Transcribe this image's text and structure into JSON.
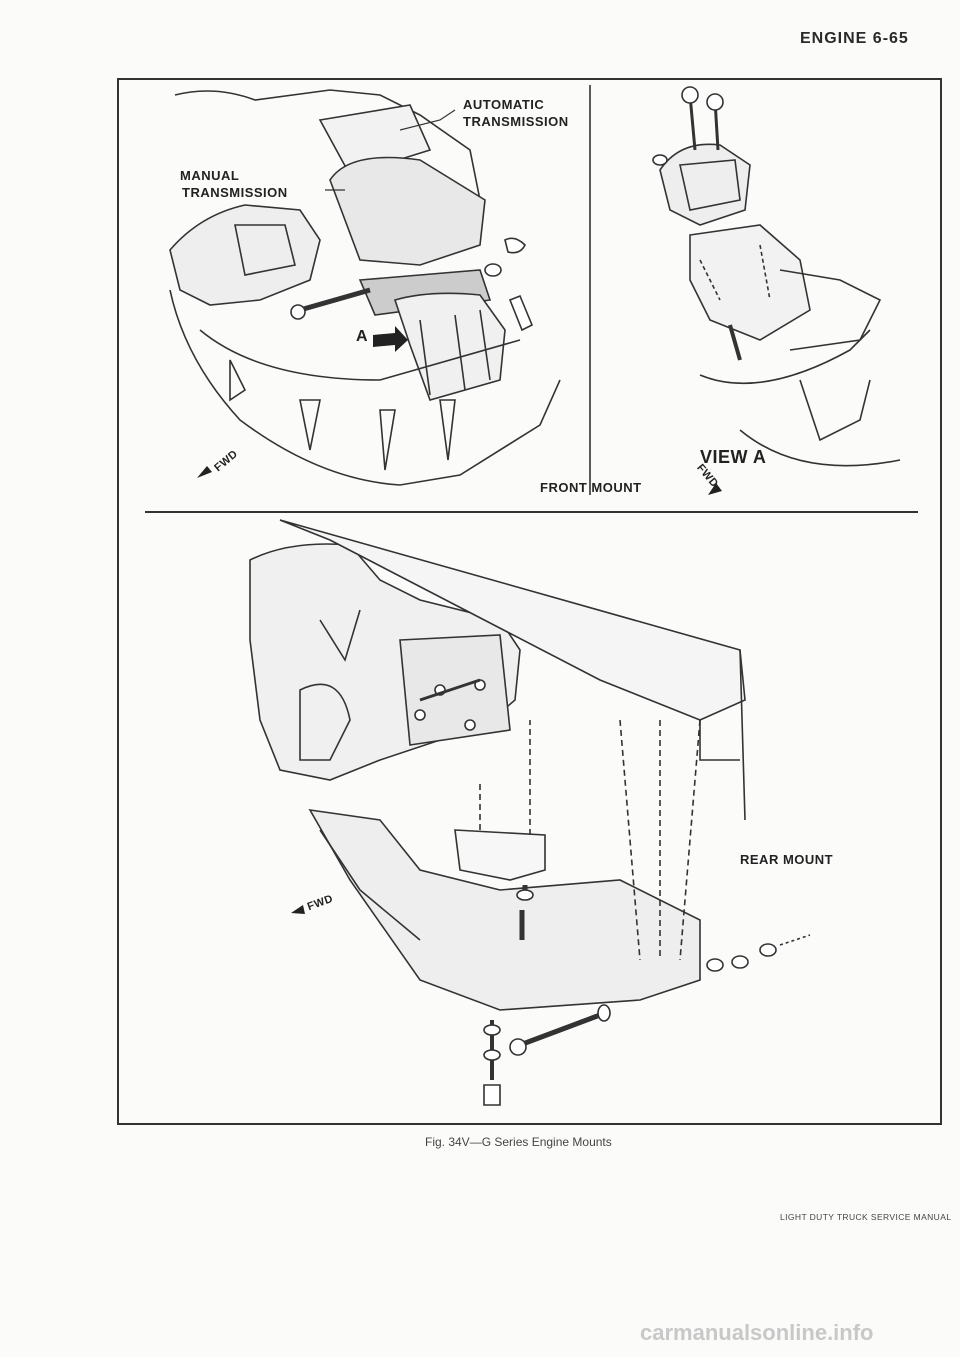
{
  "page": {
    "header": "ENGINE 6-65",
    "caption": "Fig. 34V—G Series Engine Mounts",
    "footer": "LIGHT DUTY TRUCK SERVICE MANUAL",
    "watermark": "carmanualsonline.info"
  },
  "labels": {
    "automatic_transmission_1": "AUTOMATIC",
    "automatic_transmission_2": "TRANSMISSION",
    "manual_transmission_1": "MANUAL",
    "manual_transmission_2": "TRANSMISSION",
    "callout_a": "A",
    "view_a": "VIEW A",
    "front_mount": "FRONT MOUNT",
    "rear_mount": "REAR MOUNT",
    "fwd": "FWD"
  }
}
